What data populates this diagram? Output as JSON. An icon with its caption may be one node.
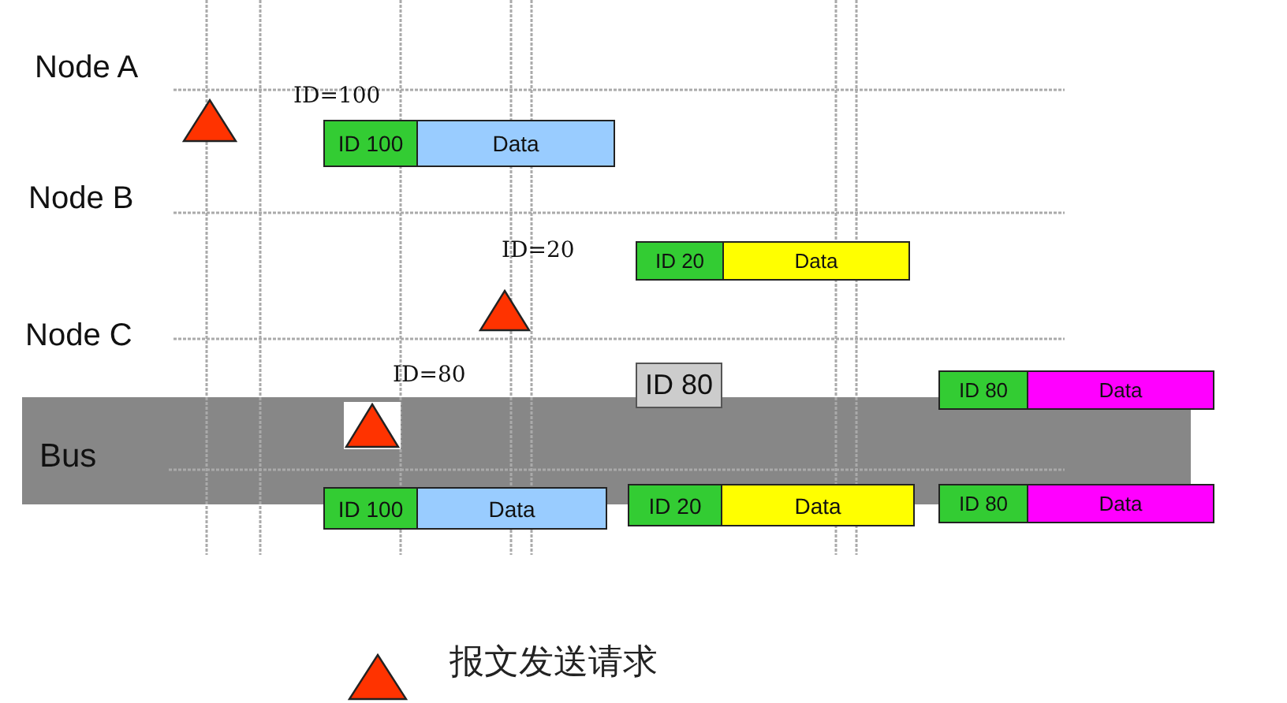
{
  "diagram": {
    "nodes": [
      {
        "text": [
          "ID 100"
        ]
      },
      {
        "text": [
          "Data"
        ]
      },
      {
        "text": [
          "ID 20"
        ]
      },
      {
        "text": [
          "Data"
        ]
      },
      {
        "text": [
          "ID 80"
        ]
      },
      {
        "text": [
          "ID 80"
        ]
      },
      {
        "text": [
          "Data"
        ]
      },
      {
        "text": [
          "Bus"
        ]
      },
      {
        "text": [
          "ID 100"
        ]
      },
      {
        "text": [
          "Data"
        ]
      },
      {
        "text": [
          "ID 20"
        ]
      },
      {
        "text": [
          "Data"
        ]
      },
      {
        "text": [
          "ID 80"
        ]
      },
      {
        "text": [
          "Data"
        ]
      }
    ],
    "labels": [
      "Node A",
      "ID=100",
      "Node B",
      "ID=20",
      "Node C",
      "ID=80"
    ],
    "legend": [
      {
        "text": "报文发送请求"
      }
    ]
  }
}
